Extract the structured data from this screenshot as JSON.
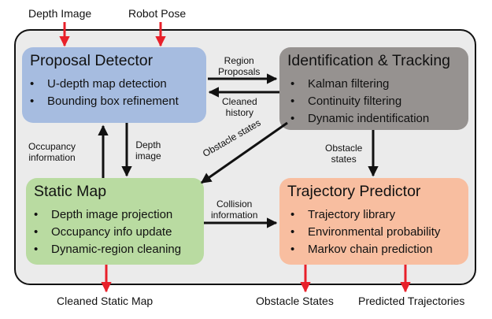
{
  "inputs": {
    "depth_image": "Depth Image",
    "robot_pose": "Robot Pose"
  },
  "proposal_detector": {
    "title": "Proposal Detector",
    "items": [
      "U-depth map detection",
      "Bounding box refinement"
    ]
  },
  "identification_tracking": {
    "title": "Identification & Tracking",
    "items": [
      "Kalman filtering",
      "Continuity filtering",
      "Dynamic indentification"
    ]
  },
  "static_map": {
    "title": "Static Map",
    "items": [
      "Depth image projection",
      "Occupancy info update",
      "Dynamic-region cleaning"
    ]
  },
  "trajectory_predictor": {
    "title": "Trajectory Predictor",
    "items": [
      "Trajectory library",
      "Environmental probability",
      "Markov chain prediction"
    ]
  },
  "edges": {
    "region_proposals": [
      "Region",
      "Proposals"
    ],
    "cleaned_history": [
      "Cleaned",
      "history"
    ],
    "occupancy_information": [
      "Occupancy",
      "information"
    ],
    "depth_image": [
      "Depth",
      "image"
    ],
    "obstacle_states_diag": "Obstacle states",
    "obstacle_states": [
      "Obstacle",
      "states"
    ],
    "collision_information": [
      "Collision",
      "information"
    ]
  },
  "outputs": {
    "cleaned_static_map": "Cleaned Static Map",
    "obstacle_states": "Obstacle States",
    "predicted_trajectories": "Predicted Trajectories"
  },
  "colors": {
    "proposal_detector": "#a6bce0",
    "identification_tracking": "#969290",
    "static_map": "#b9dba1",
    "trajectory_predictor": "#f8bea0",
    "io_arrow": "#e8202a",
    "flow_arrow": "#111111"
  }
}
